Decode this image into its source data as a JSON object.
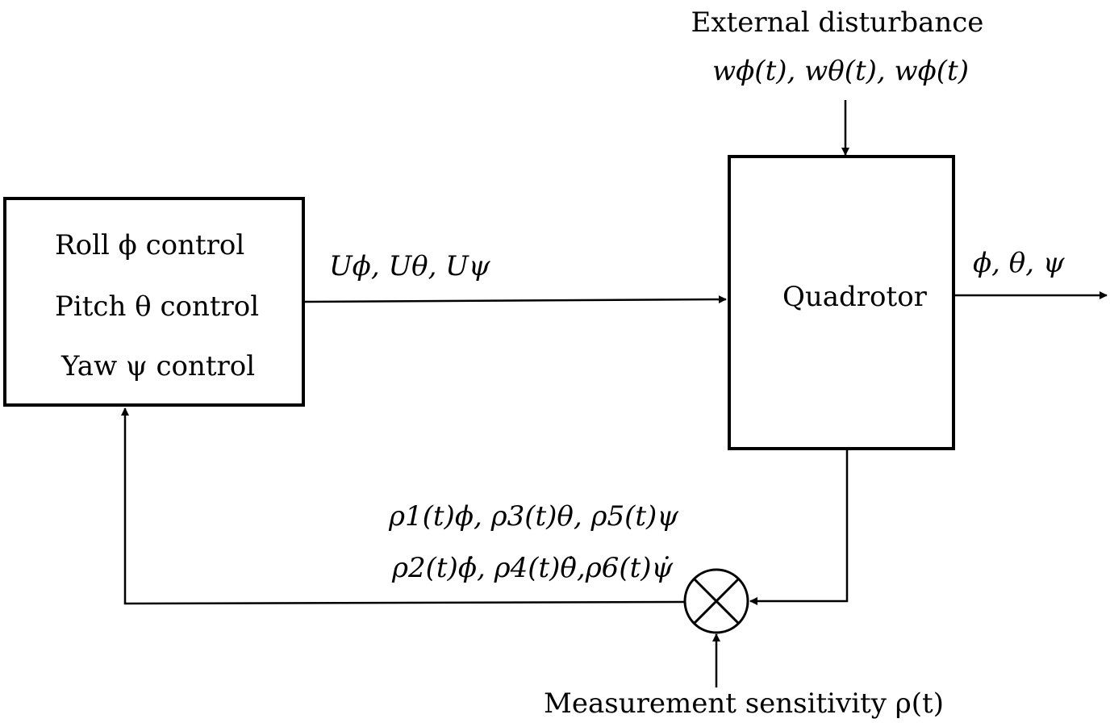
{
  "blocks": {
    "controller": {
      "lines": [
        "Roll ϕ control",
        "Pitch θ control",
        "Yaw ψ control"
      ]
    },
    "plant": {
      "label": "Quadrotor"
    },
    "multiplier": {
      "icon": "multiplication-junction-icon"
    }
  },
  "signals": {
    "disturbance_title": "External disturbance",
    "disturbance": "wϕ(t), wθ(t), wϕ(t)",
    "control_input": "Uϕ, Uθ, Uψ",
    "output": "ϕ, θ, ψ",
    "feedback_line1": "ρ1(t)ϕ, ρ3(t)θ, ρ5(t)ψ",
    "feedback_line2": "ρ2(t)ϕ̇, ρ4(t)θ̇,ρ6(t)ψ̇",
    "sensitivity": "Measurement sensitivity ρ(t)"
  }
}
